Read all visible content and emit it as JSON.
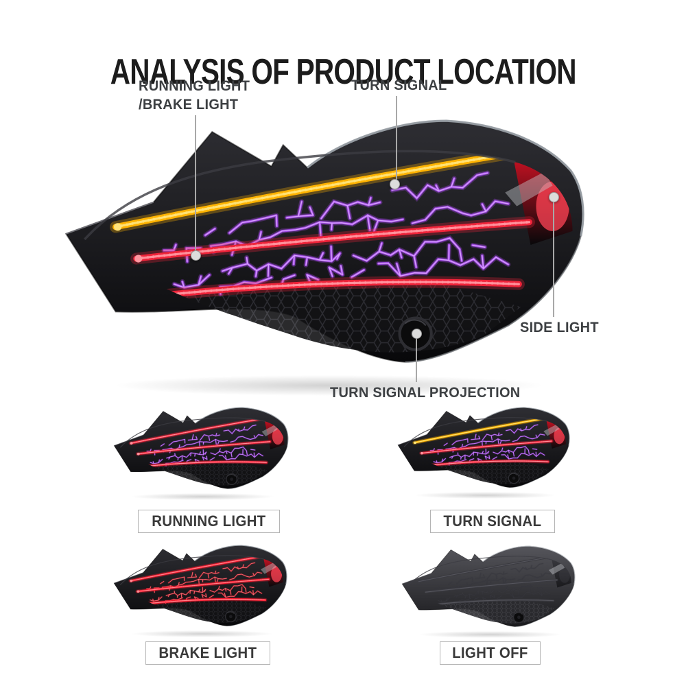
{
  "title": "ANALYSIS OF PRODUCT LOCATION",
  "callouts": {
    "running_brake_line1": "RUNNING LIGHT",
    "running_brake_line2": "/BRAKE LIGHT",
    "turn_signal": "TURN SIGNAL",
    "side_light": "SIDE LIGHT",
    "turn_signal_projection": "TURN SIGNAL PROJECTION"
  },
  "main_variant": "turn",
  "tiles": [
    {
      "label": "RUNNING LIGHT",
      "variant": "running"
    },
    {
      "label": "TURN SIGNAL",
      "variant": "turn"
    },
    {
      "label": "BRAKE LIGHT",
      "variant": "brake"
    },
    {
      "label": "LIGHT OFF",
      "variant": "off"
    }
  ],
  "ui_colors": {
    "bg": "#ffffff",
    "title": "#1c1c1c",
    "callout": "#3d4043",
    "leader": "#a8a8a8",
    "dot": "#dcdcdc",
    "boxborder": "#b4b4b4",
    "boxtext": "#3a3a3a"
  },
  "variants": {
    "turn": {
      "top": "#ffb300",
      "topCore": "#ffe47a",
      "mid": "#f0243a",
      "midCore": "#ff97a0",
      "bot": "#f0243a",
      "botCore": "#ff97a0",
      "crack": "#a84df0",
      "crackCore": "#dcaaff",
      "side": "#d41224",
      "sideCore": "#ff4455",
      "housing1": "#2e2e33",
      "housing2": "#08080a",
      "rim": "#9aa0a6",
      "hcStroke": "#303036",
      "hcFill": "#121214",
      "lit": true
    },
    "running": {
      "top": "#f0243a",
      "topCore": "#ff97a0",
      "mid": "#f0243a",
      "midCore": "#ff97a0",
      "bot": "#f0243a",
      "botCore": "#ff97a0",
      "crack": "#a84df0",
      "crackCore": "#dcaaff",
      "side": "#d41224",
      "sideCore": "#ff4455",
      "housing1": "#2e2e33",
      "housing2": "#08080a",
      "rim": "#9aa0a6",
      "hcStroke": "#303036",
      "hcFill": "#121214",
      "lit": true
    },
    "brake": {
      "top": "#ff1e32",
      "topCore": "#ff8a92",
      "mid": "#ff1e32",
      "midCore": "#ff8a92",
      "bot": "#ff1e32",
      "botCore": "#ff8a92",
      "crack": "#e8303d",
      "crackCore": "#ff9aa0",
      "side": "#d41224",
      "sideCore": "#ff4455",
      "housing1": "#2e2e33",
      "housing2": "#08080a",
      "rim": "#9aa0a6",
      "hcStroke": "#303036",
      "hcFill": "#121214",
      "lit": true
    },
    "off": {
      "top": "#3a3a40",
      "topCore": "#56565e",
      "mid": "#3a3a40",
      "midCore": "#56565e",
      "bot": "#3a3a40",
      "botCore": "#56565e",
      "crack": "#33333a",
      "crackCore": "#42424a",
      "side": "#3b3b41",
      "sideCore": "#4a4a50",
      "housing1": "#55555b",
      "housing2": "#1a1a1d",
      "rim": "#bcbfc3",
      "hcStroke": "#4a4a50",
      "hcFill": "#2a2a2e",
      "lit": false
    }
  }
}
